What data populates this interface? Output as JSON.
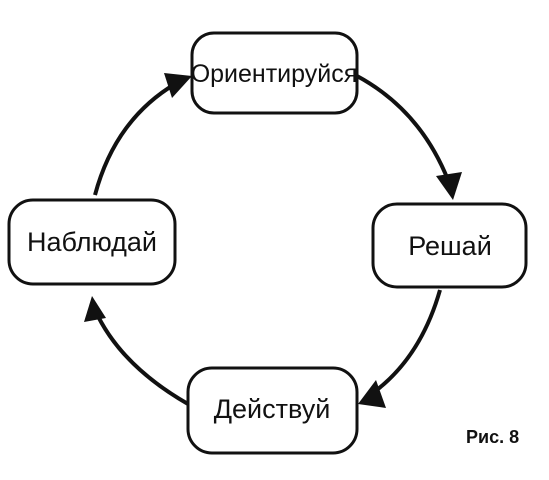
{
  "nodes": {
    "orient": {
      "label": "Ориентируйся"
    },
    "decide": {
      "label": "Решай"
    },
    "act": {
      "label": "Действуй"
    },
    "observe": {
      "label": "Наблюдай"
    }
  },
  "caption": "Рис. 8",
  "colors": {
    "stroke": "#111111",
    "background": "#ffffff"
  }
}
